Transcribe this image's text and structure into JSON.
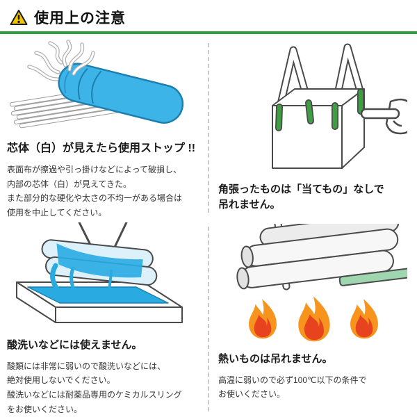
{
  "header": {
    "title": "使用上の注意",
    "icon": "warning-triangle-icon"
  },
  "sections": {
    "core_exposed": {
      "heading": "芯体（白）が見えたら使用ストップ !!",
      "body": "表面布が擦過や引っ掛けなどによって破損し、\n内部の芯体（白）が見えてきた。\nまた部分的な硬化や太さの不均一がある場合は\n使用を中止してください。"
    },
    "sharp_edges": {
      "heading": "角張ったものは「当てもの」なしで\n吊れません。"
    },
    "acid": {
      "heading": "酸洗いなどには使えません。",
      "body": "酸類には非常に弱いので酸洗いなどには、\n絶対使用しないでください。\n酸洗いなどには耐薬品専用のケミカルスリング\nをお使いください。"
    },
    "heat": {
      "heading": "熱いものは吊れません。",
      "body": "高温に弱いので必ず100℃以下の条件で\nお使いください。"
    }
  },
  "colors": {
    "accent_green": "#2f9e3f",
    "strap_green": "#3f9d44",
    "sling_blue": "#3cb4e7",
    "liquid_blue": "#29abe2",
    "flame_orange": "#f7941e",
    "flame_red": "#e8431f",
    "warning_yellow": "#f2c500",
    "outline_gray": "#454545"
  }
}
